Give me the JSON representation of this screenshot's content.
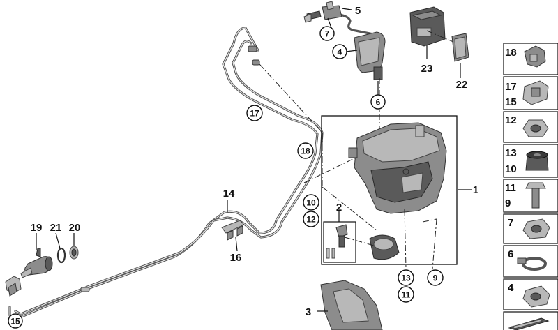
{
  "labels": {
    "p1": "1",
    "p2": "2",
    "p3": "3",
    "p4": "4",
    "p5": "5",
    "p6": "6",
    "p7": "7",
    "p9": "9",
    "p10": "10",
    "p11": "11",
    "p12": "12",
    "p13": "13",
    "p14": "14",
    "p15": "15",
    "p16": "16",
    "p17": "17",
    "p18": "18",
    "p19": "19",
    "p20": "20",
    "p21": "21",
    "p22": "22",
    "p23": "23"
  },
  "sidebar": [
    {
      "top": "18",
      "bottom": ""
    },
    {
      "top": "17",
      "bottom": "15"
    },
    {
      "top": "12",
      "bottom": ""
    },
    {
      "top": "13",
      "bottom": "10"
    },
    {
      "top": "11",
      "bottom": "9"
    },
    {
      "top": "7",
      "bottom": ""
    },
    {
      "top": "6",
      "bottom": ""
    },
    {
      "top": "4",
      "bottom": ""
    },
    {
      "top": "",
      "bottom": ""
    }
  ]
}
